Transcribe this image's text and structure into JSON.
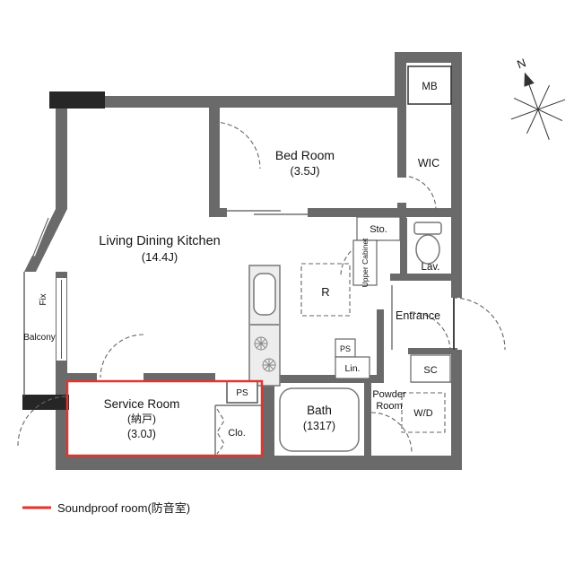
{
  "colors": {
    "wall": "#6a6a6a",
    "wall_dark": "#262626",
    "accent_red": "#e5332d",
    "outline": "#555555"
  },
  "compass": {
    "north_label": "N"
  },
  "legend": {
    "soundproof_label": "Soundproof room(防音室)"
  },
  "rooms": {
    "bedroom": {
      "name": "Bed Room",
      "size": "(3.5J)"
    },
    "wic": {
      "name": "WIC"
    },
    "mb": {
      "name": "MB"
    },
    "ldk": {
      "name": "Living Dining Kitchen",
      "size": "(14.4J)"
    },
    "balcony": {
      "name": "Balcony"
    },
    "fix_window": {
      "name": "Fix"
    },
    "storage": {
      "name": "Sto."
    },
    "upper_cabinet": {
      "name": "Upper Cabinet"
    },
    "lavatory": {
      "name": "Lav."
    },
    "refrigerator": {
      "name": "R"
    },
    "entrance": {
      "name": "Entrance"
    },
    "shoe_closet": {
      "name": "SC"
    },
    "pipe_space_kitchen": {
      "name": "PS"
    },
    "linen": {
      "name": "Lin."
    },
    "powder_room": {
      "line1": "Powder",
      "line2": "Room"
    },
    "washer_dryer": {
      "name": "W/D"
    },
    "bath": {
      "name": "Bath",
      "size": "(1317)"
    },
    "service_room": {
      "name": "Service Room",
      "name_jp": "(納戸)",
      "size": "(3.0J)"
    },
    "closet": {
      "name": "Clo."
    },
    "pipe_space_service": {
      "name": "PS"
    }
  }
}
